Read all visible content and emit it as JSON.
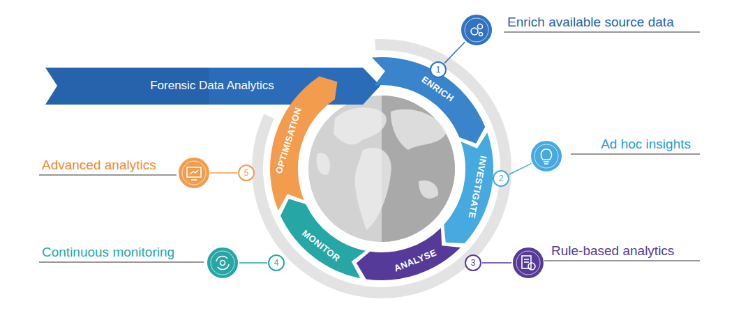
{
  "diagram": {
    "nodes": [
      {
        "text": [
          "Forensic Data Analytics"
        ]
      },
      {
        "text": [
          "ENRICH"
        ]
      },
      {
        "text": [
          "INVESTIGATE"
        ]
      },
      {
        "text": [
          "ANALYSE"
        ]
      },
      {
        "text": [
          "MONITOR"
        ]
      },
      {
        "text": [
          "OPTIMISATION"
        ]
      },
      {
        "text": [
          "1"
        ]
      },
      {
        "text": [
          "2"
        ]
      },
      {
        "text": [
          "3"
        ]
      },
      {
        "text": [
          "4"
        ]
      },
      {
        "text": [
          "5"
        ]
      }
    ],
    "labels": [
      "Enrich available source data",
      "Ad hoc insights",
      "Rule-based analytics",
      "Continuous monitoring",
      "Advanced analytics"
    ]
  }
}
